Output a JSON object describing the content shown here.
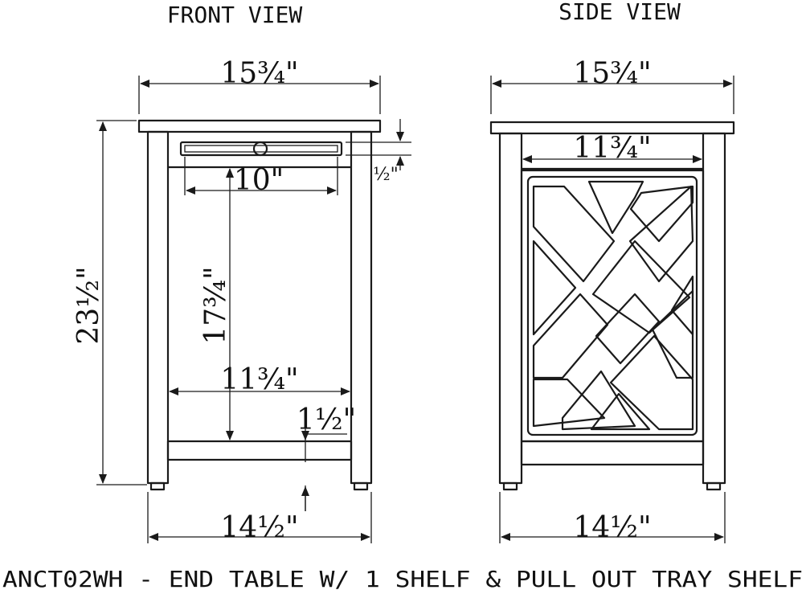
{
  "views": {
    "front": {
      "title": "FRONT VIEW",
      "dimensions": {
        "top_width": "15¾\"",
        "drawer_pull_width": "10\"",
        "drawer_offset": "½\"",
        "overall_height": "23½\"",
        "shelf_height": "17¾\"",
        "inner_width": "11¾\"",
        "shelf_thickness": "1½\"",
        "base_width": "14½\""
      }
    },
    "side": {
      "title": "SIDE VIEW",
      "dimensions": {
        "top_width": "15¾\"",
        "inner_width": "11¾\"",
        "base_width": "14½\""
      }
    }
  },
  "caption": "ANCT02WH - END TABLE W/ 1 SHELF & PULL OUT TRAY SHELF"
}
